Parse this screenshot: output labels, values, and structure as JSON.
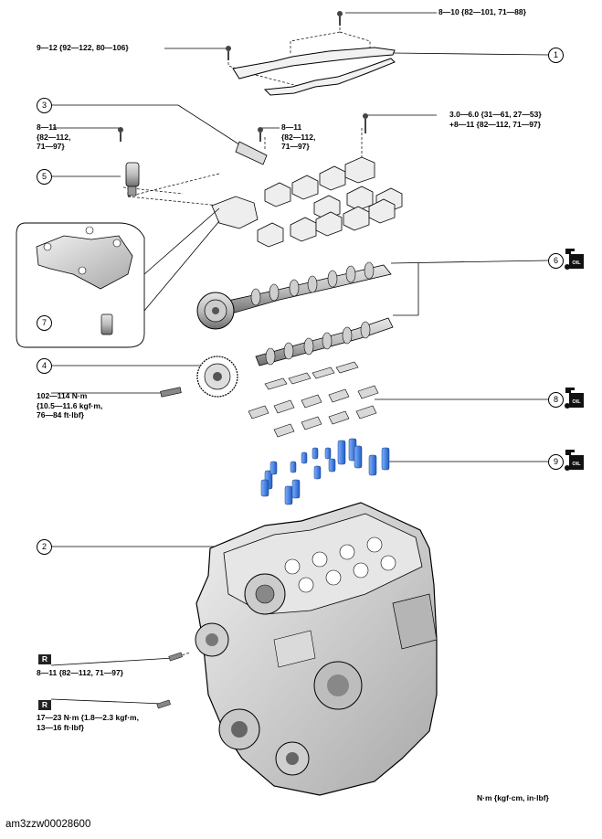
{
  "torque_labels": {
    "t1": "8—10 {82—101, 71—88}",
    "t2": "9—12 {92—122, 80—106}",
    "t3_l1": "8—11",
    "t3_l2": "{82—112,",
    "t3_l3": "71—97}",
    "t4_l1": "8—11",
    "t4_l2": "{82—112,",
    "t4_l3": "71—97}",
    "t5_l1": "3.0—6.0 {31—61, 27—53}",
    "t5_l2": "+8—11 {82—112, 71—97}",
    "t6_l1": "102—114 N·m",
    "t6_l2": "{10.5—11.6 kgf·m,",
    "t6_l3": "76—84 ft·lbf}",
    "t7": "8—11 {82—112, 71—97}",
    "t8_l1": "17—23 N·m {1.8—2.3 kgf·m,",
    "t8_l2": "13—16 ft·lbf}"
  },
  "callouts": [
    "1",
    "2",
    "3",
    "4",
    "5",
    "6",
    "7",
    "8",
    "9"
  ],
  "r_badge": "R",
  "oil_label": "OIL",
  "unit_note": "N·m {kgf·cm, in·lbf}",
  "figure_id": "am3zzw00028600",
  "colors": {
    "line": "#000000",
    "part_fill": "#f2f2f2",
    "tappet_blue": "#2a6fd6",
    "badge": "#222222"
  }
}
